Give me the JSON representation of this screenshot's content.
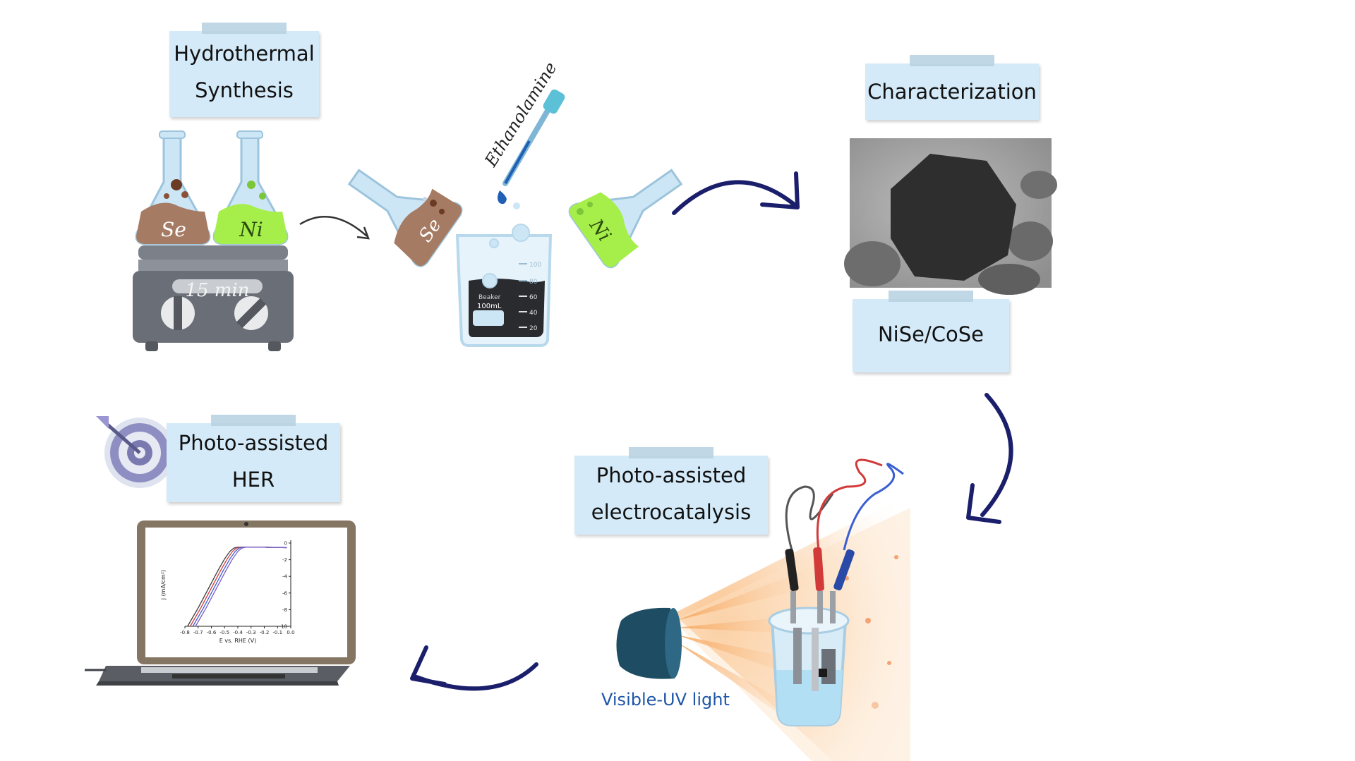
{
  "labels": {
    "hydrothermal": [
      "Hydrothermal",
      "Synthesis"
    ],
    "characterization": "Characterization",
    "material": "NiSe/CoSe",
    "electrocatalysis": [
      "Photo-assisted",
      "electrocatalysis"
    ],
    "her": [
      "Photo-assisted",
      "HER"
    ]
  },
  "flask_tags": {
    "se": "Se",
    "ni": "Ni"
  },
  "hotplate_time": "15 min",
  "dropper_label": "Ethanolamine",
  "beaker": {
    "name": "Beaker",
    "volume": "100mL",
    "ticks": [
      "100",
      "80",
      "60",
      "40",
      "20"
    ]
  },
  "light_label": "Visible-UV light",
  "colors": {
    "label_bg": "#d4eaf8",
    "arrow": "#1b1f6b",
    "se_liquid": "#a67b63",
    "ni_liquid": "#a6ee4a",
    "glass": "#cde6f5",
    "lamp": "#1d4c63",
    "light_label": "#1f56a8"
  },
  "chart_data": {
    "type": "line",
    "xlabel": "E vs. RHE (V)",
    "ylabel": "j (mA/cm²)",
    "xlim": [
      -0.8,
      0.0
    ],
    "ylim": [
      -10,
      0
    ],
    "xticks": [
      "-0.8",
      "-0.7",
      "-0.6",
      "-0.5",
      "-0.4",
      "-0.3",
      "-0.2",
      "-0.1",
      "0.0"
    ],
    "yticks": [
      "0",
      "-2",
      "-4",
      "-6",
      "-8",
      "-10"
    ],
    "grid": false,
    "series": [
      {
        "color": "#3a3a3a",
        "x": [
          -0.78,
          -0.7,
          -0.62,
          -0.55,
          -0.5,
          -0.46,
          -0.43,
          -0.4,
          -0.35,
          -0.2,
          -0.03
        ],
        "y": [
          -10,
          -7.8,
          -5.4,
          -3.3,
          -1.9,
          -1.0,
          -0.6,
          -0.5,
          -0.5,
          -0.5,
          -0.55
        ]
      },
      {
        "color": "#d23a3a",
        "x": [
          -0.76,
          -0.68,
          -0.6,
          -0.53,
          -0.48,
          -0.44,
          -0.41,
          -0.38,
          -0.33,
          -0.2,
          -0.03
        ],
        "y": [
          -10,
          -7.8,
          -5.4,
          -3.3,
          -1.9,
          -1.0,
          -0.6,
          -0.5,
          -0.5,
          -0.5,
          -0.55
        ]
      },
      {
        "color": "#3a5fd0",
        "x": [
          -0.74,
          -0.66,
          -0.58,
          -0.51,
          -0.46,
          -0.42,
          -0.39,
          -0.36,
          -0.31,
          -0.2,
          -0.03
        ],
        "y": [
          -10,
          -7.8,
          -5.4,
          -3.3,
          -1.9,
          -1.0,
          -0.6,
          -0.5,
          -0.5,
          -0.5,
          -0.55
        ]
      },
      {
        "color": "#7a5cc8",
        "x": [
          -0.72,
          -0.64,
          -0.56,
          -0.49,
          -0.44,
          -0.4,
          -0.37,
          -0.34,
          -0.29,
          -0.2,
          -0.03
        ],
        "y": [
          -10,
          -7.8,
          -5.4,
          -3.3,
          -1.9,
          -1.0,
          -0.6,
          -0.5,
          -0.5,
          -0.5,
          -0.55
        ]
      }
    ]
  }
}
